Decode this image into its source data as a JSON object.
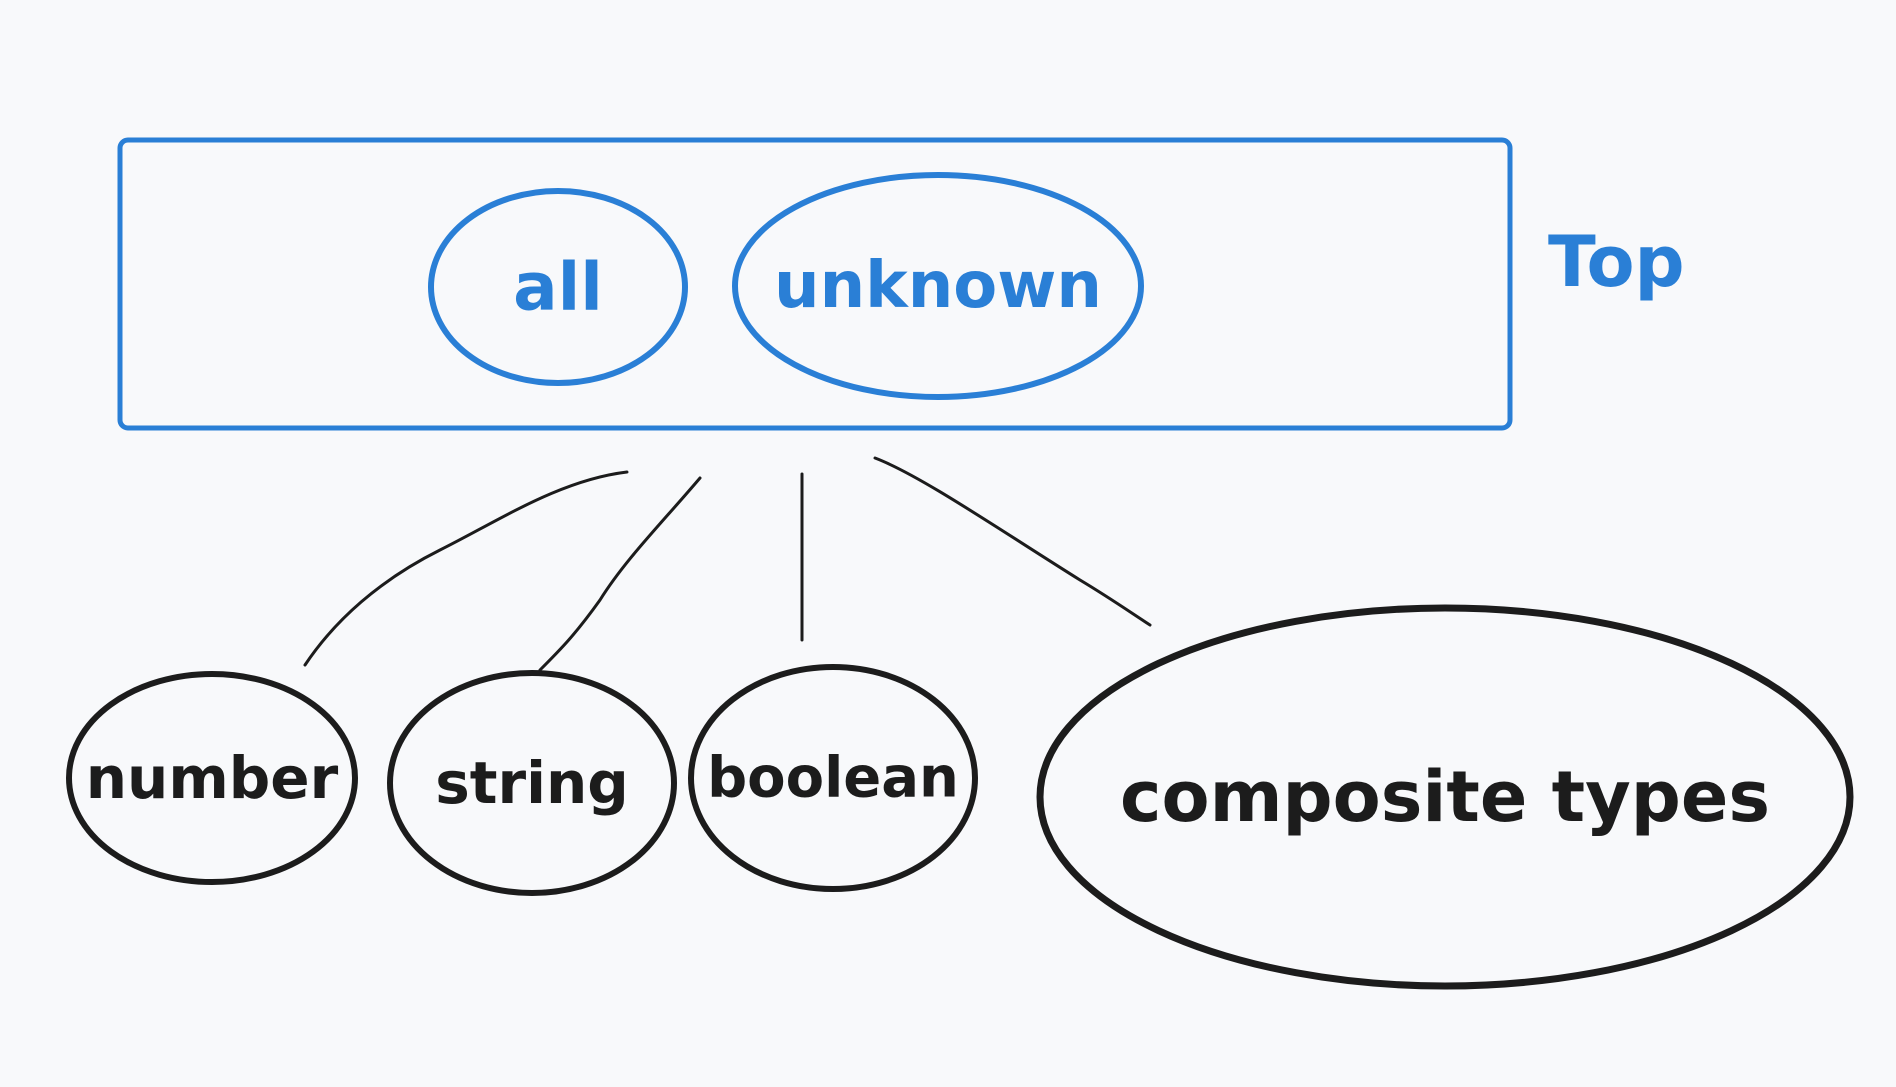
{
  "diagram": {
    "top_group": {
      "label": "Top",
      "nodes": [
        "all",
        "unknown"
      ]
    },
    "children": [
      "number",
      "string",
      "boolean",
      "composite types"
    ],
    "colors": {
      "top": "#2a7fd6",
      "children": "#1c1c1c",
      "background": "#f8f9fb"
    }
  }
}
